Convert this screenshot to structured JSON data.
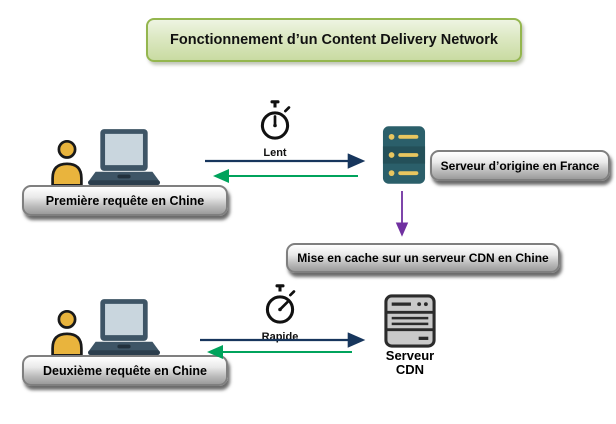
{
  "title": "Fonctionnement d’un Content Delivery Network",
  "colors": {
    "title_bg_top": "#eef4e2",
    "title_bg_bottom": "#c9dba2",
    "title_border": "#94b64e",
    "label_border": "#7f7f7f",
    "request_arrow": "#17365d",
    "response_arrow": "#00a35c",
    "cache_arrow": "#7030a0",
    "person_fill": "#e9b43d",
    "laptop_frame": "#3e5566",
    "laptop_screen": "#c9d6de",
    "origin_server_fill": "#2b5f6a",
    "origin_server_accent": "#e9c65f",
    "cdn_server_fill": "#c9c9c9"
  },
  "flow1": {
    "client_label": "Première requête en Chine",
    "speed_label": "Lent",
    "server_label": "Serveur d’origine en France"
  },
  "cache_step": {
    "label": "Mise en cache sur un serveur CDN en Chine"
  },
  "flow2": {
    "client_label": "Deuxième requête en Chine",
    "speed_label": "Rapide",
    "server_label_line1": "Serveur",
    "server_label_line2": "CDN"
  }
}
